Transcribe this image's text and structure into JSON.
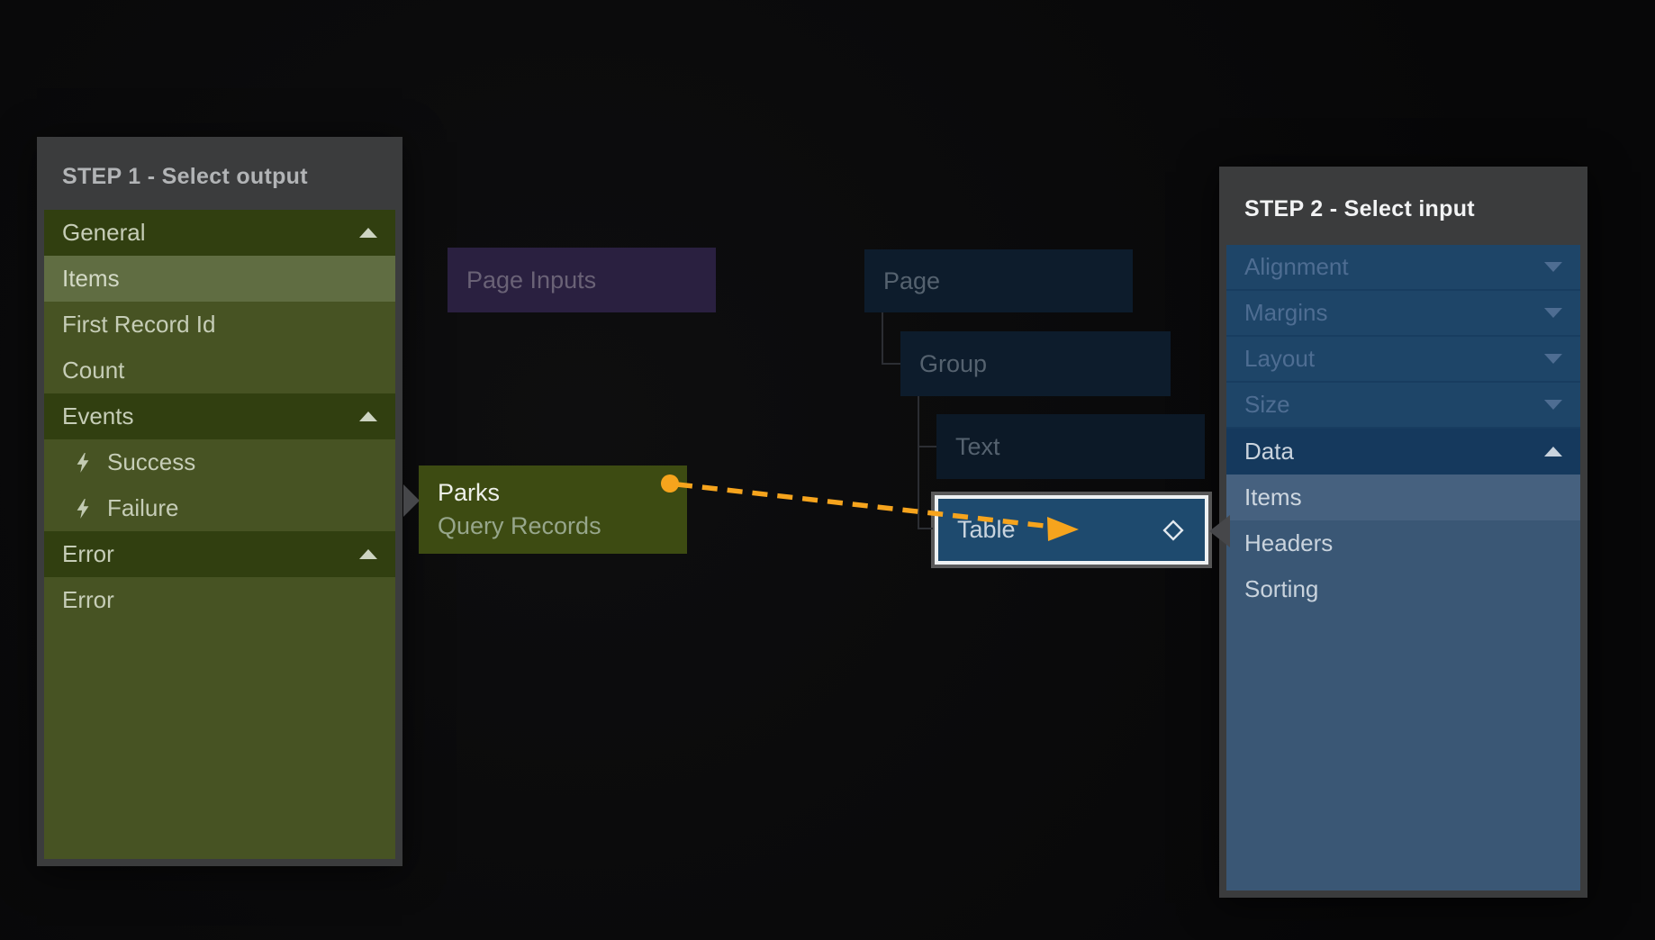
{
  "step1": {
    "title": "STEP 1 - Select output",
    "items": [
      {
        "label": "General",
        "type": "section",
        "chevron": "up"
      },
      {
        "label": "Items",
        "type": "item",
        "selected": true
      },
      {
        "label": "First Record Id",
        "type": "item"
      },
      {
        "label": "Count",
        "type": "item"
      },
      {
        "label": "Events",
        "type": "section",
        "chevron": "up"
      },
      {
        "label": "Success",
        "type": "event",
        "icon": "lightning-icon"
      },
      {
        "label": "Failure",
        "type": "event",
        "icon": "lightning-icon"
      },
      {
        "label": "Error",
        "type": "section",
        "chevron": "up"
      },
      {
        "label": "Error",
        "type": "item"
      }
    ]
  },
  "step2": {
    "title": "STEP 2 - Select input",
    "items": [
      {
        "label": "Alignment",
        "type": "collapsed-section",
        "chevron": "down"
      },
      {
        "label": "Margins",
        "type": "collapsed-section",
        "chevron": "down"
      },
      {
        "label": "Layout",
        "type": "collapsed-section",
        "chevron": "down"
      },
      {
        "label": "Size",
        "type": "collapsed-section",
        "chevron": "down"
      },
      {
        "label": "Data",
        "type": "section",
        "chevron": "up"
      },
      {
        "label": "Items",
        "type": "item",
        "selected": true
      },
      {
        "label": "Headers",
        "type": "item"
      },
      {
        "label": "Sorting",
        "type": "item"
      }
    ]
  },
  "canvas": {
    "nodes": [
      {
        "label": "Page Inputs",
        "kind": "page-inputs"
      },
      {
        "label": "Page",
        "kind": "container"
      },
      {
        "label": "Group",
        "kind": "container"
      },
      {
        "label": "Text",
        "kind": "component"
      },
      {
        "label": "Table",
        "kind": "component",
        "highlighted": true,
        "icon": "diamond-port-icon"
      },
      {
        "title": "Parks",
        "subtitle": "Query Records",
        "kind": "query"
      }
    ],
    "connection": {
      "from": "Parks Query Records",
      "to": "Table",
      "style": "orange-dashed-arrow"
    }
  },
  "colors": {
    "accent_orange": "#f6a41d",
    "olive_section": "#313f10",
    "olive_row": "#475323",
    "olive_selected": "#606d42",
    "query_node": "#3d4b12",
    "purple_node": "#2a2040",
    "navy_node": "#0d1c2c",
    "table_node": "#1e4a6e",
    "blue_collapsed": "#1e4568",
    "blue_section": "#15395d",
    "blue_selected": "#46617f",
    "blue_row": "#3a5775",
    "panel_chrome": "#3b3c3d"
  }
}
